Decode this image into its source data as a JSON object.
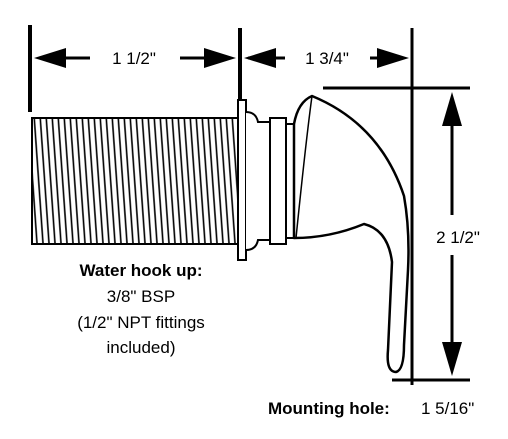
{
  "dimensions": {
    "shank_length": "1 1/2\"",
    "handle_depth": "1 3/4\"",
    "handle_height": "2 1/2\""
  },
  "water_hookup": {
    "title": "Water hook up:",
    "line1": "3/8\" BSP",
    "line2": "(1/2\" NPT fittings",
    "line3": "included)"
  },
  "mounting_hole": {
    "label": "Mounting hole:",
    "value": "1 5/16\""
  },
  "colors": {
    "ink": "#000000",
    "background": "#ffffff"
  }
}
